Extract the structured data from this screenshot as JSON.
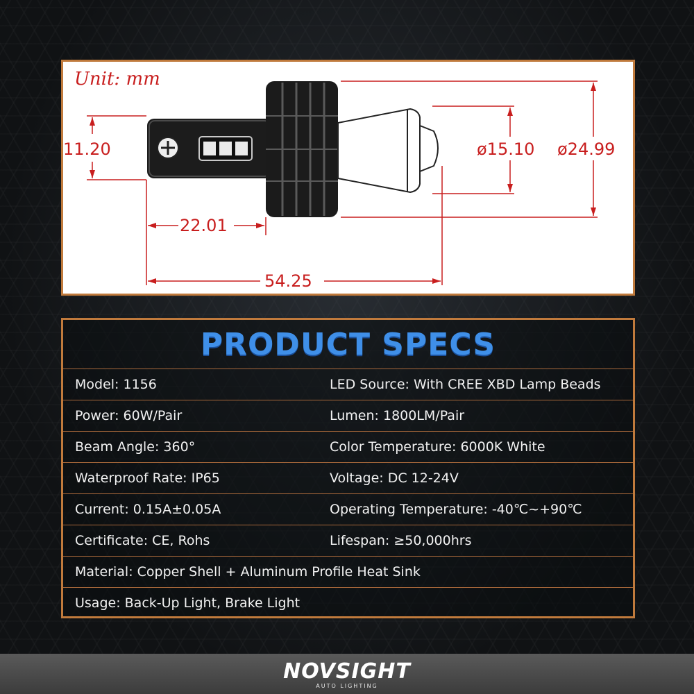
{
  "diagram": {
    "unit_label": "Unit: mm",
    "dimensions": {
      "base_height": "11.20",
      "inner_diameter": "ø15.10",
      "outer_diameter": "ø24.99",
      "base_length": "22.01",
      "total_length": "54.25"
    },
    "colors": {
      "dimension": "#c81e1e",
      "panel_border": "#c07a3c"
    }
  },
  "specs": {
    "title": "PRODUCT SPECS",
    "title_color": "#3f8fe8",
    "rows": [
      {
        "left": "Model: 1156",
        "right": "LED Source: With CREE XBD Lamp Beads"
      },
      {
        "left": "Power: 60W/Pair",
        "right": "Lumen: 1800LM/Pair"
      },
      {
        "left": "Beam Angle: 360°",
        "right": "Color Temperature: 6000K White"
      },
      {
        "left": "Waterproof Rate: IP65",
        "right": "Voltage: DC 12-24V"
      },
      {
        "left": "Current: 0.15A±0.05A",
        "right": "Operating Temperature: -40℃~+90℃"
      },
      {
        "left": "Certificate: CE, Rohs",
        "right": "Lifespan: ≥50,000hrs"
      },
      {
        "left": "Material: Copper Shell + Aluminum Profile Heat Sink",
        "right": ""
      },
      {
        "left": "Usage: Back-Up Light, Brake Light",
        "right": ""
      }
    ]
  },
  "footer": {
    "logo_text": "NOVSIGHT",
    "logo_subtext": "AUTO LIGHTING"
  }
}
